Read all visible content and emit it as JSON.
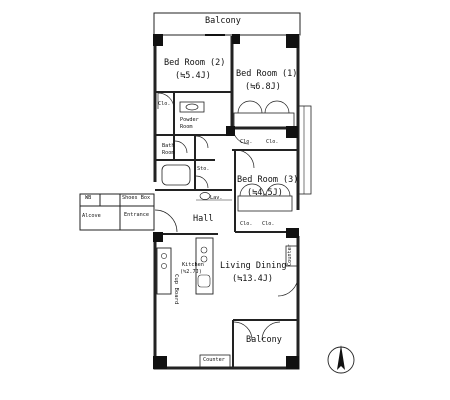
{
  "plan": {
    "balcony_top": "Balcony",
    "bedroom2": {
      "name": "Bed Room (2)",
      "size": "(≒5.4J)"
    },
    "bedroom1": {
      "name": "Bed Room (1)",
      "size": "(≒6.8J)"
    },
    "bedroom3": {
      "name": "Bed Room (3)",
      "size": "(≒4.5J)"
    },
    "clo": "Clo.",
    "powder_room": "Powder Room",
    "bath_room": "Bath Room",
    "sto": "Sto.",
    "lav": "Lav.",
    "wb": "WB",
    "shoes_box": "Shoes Box",
    "alcove": "Alcove",
    "entrance": "Entrance",
    "hall": "Hall",
    "kitchen": {
      "name": "Kitchen",
      "size": "(≒2.7J)"
    },
    "cup_board": "Cup Board",
    "living_dining": {
      "name": "Living Dining",
      "size": "(≒13.4J)"
    },
    "counter": "Counter",
    "balcony_bottom": "Balcony"
  }
}
